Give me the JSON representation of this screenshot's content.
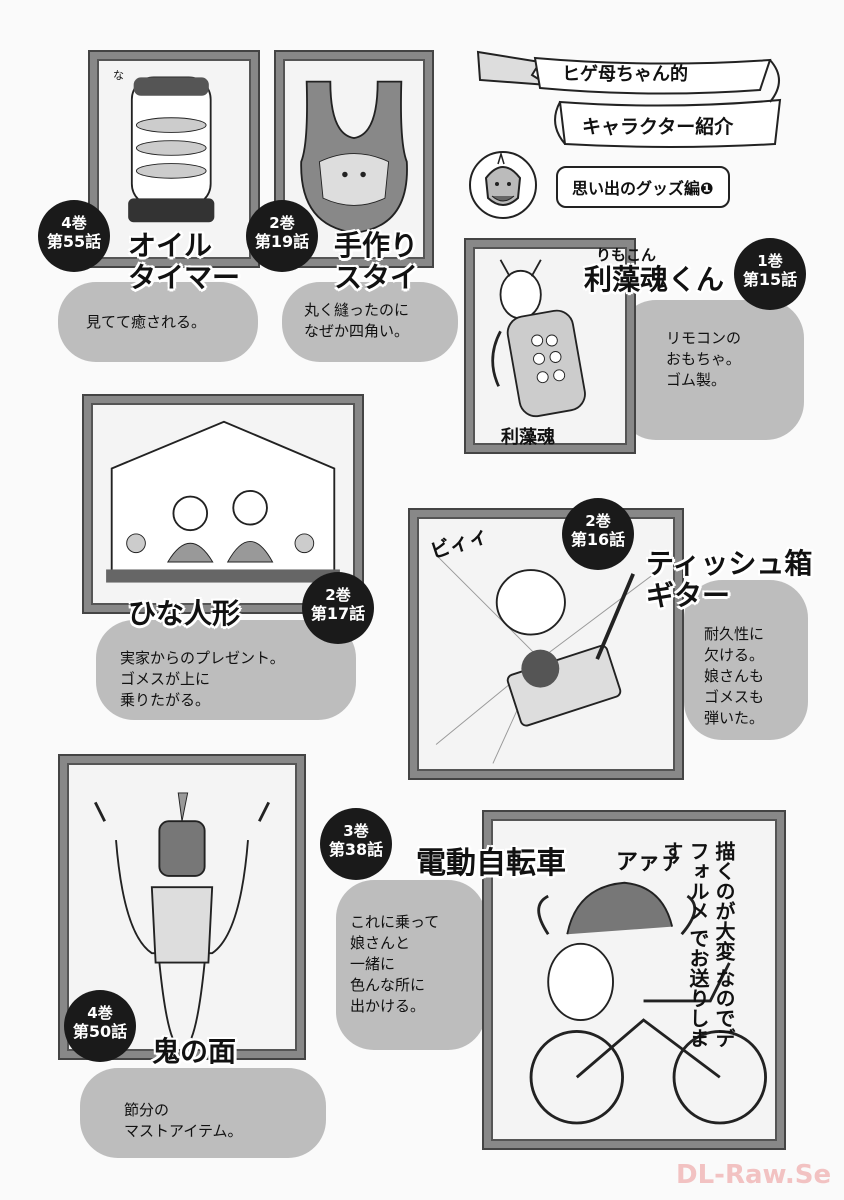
{
  "header": {
    "line1": "ヒゲ母ちゃん的",
    "line2": "キャラクター紹介",
    "subtitle": "思い出のグッズ編❶"
  },
  "items": [
    {
      "vol": "4巻",
      "ep": "第55話",
      "title": "オイル\nタイマー",
      "desc": "見てて癒される。"
    },
    {
      "vol": "2巻",
      "ep": "第19話",
      "title": "手作り\nスタイ",
      "desc": "丸く縫ったのに\nなぜか四角い。"
    },
    {
      "vol": "1巻",
      "ep": "第15話",
      "ruby": "りもこん",
      "title": "利藻魂くん",
      "desc": "リモコンの\nおもちゃ。\nゴム製。"
    },
    {
      "vol": "2巻",
      "ep": "第17話",
      "title": "ひな人形",
      "desc": "実家からのプレゼント。\nゴメスが上に\n乗りたがる。"
    },
    {
      "vol": "2巻",
      "ep": "第16話",
      "title": "ティッシュ箱\nギター",
      "desc": "耐久性に\n欠ける。\n娘さんも\nゴメスも\n弾いた。"
    },
    {
      "vol": "4巻",
      "ep": "第50話",
      "title": "鬼の面",
      "desc": "節分の\nマストアイテム。"
    },
    {
      "vol": "3巻",
      "ep": "第38話",
      "title": "電動自転車",
      "desc": "これに乗って\n娘さんと\n一緒に\n色んな所に\n出かける。"
    }
  ],
  "art_text": {
    "remote_label": "利藻魂",
    "guitar_sfx": "ビィィ",
    "bike_sfx": "アァァ",
    "bike_note": "描くのが大変\nなのでデフォルメ\nでお送りします",
    "oil_sfx": "な"
  },
  "watermark": "DL-Raw.Se"
}
